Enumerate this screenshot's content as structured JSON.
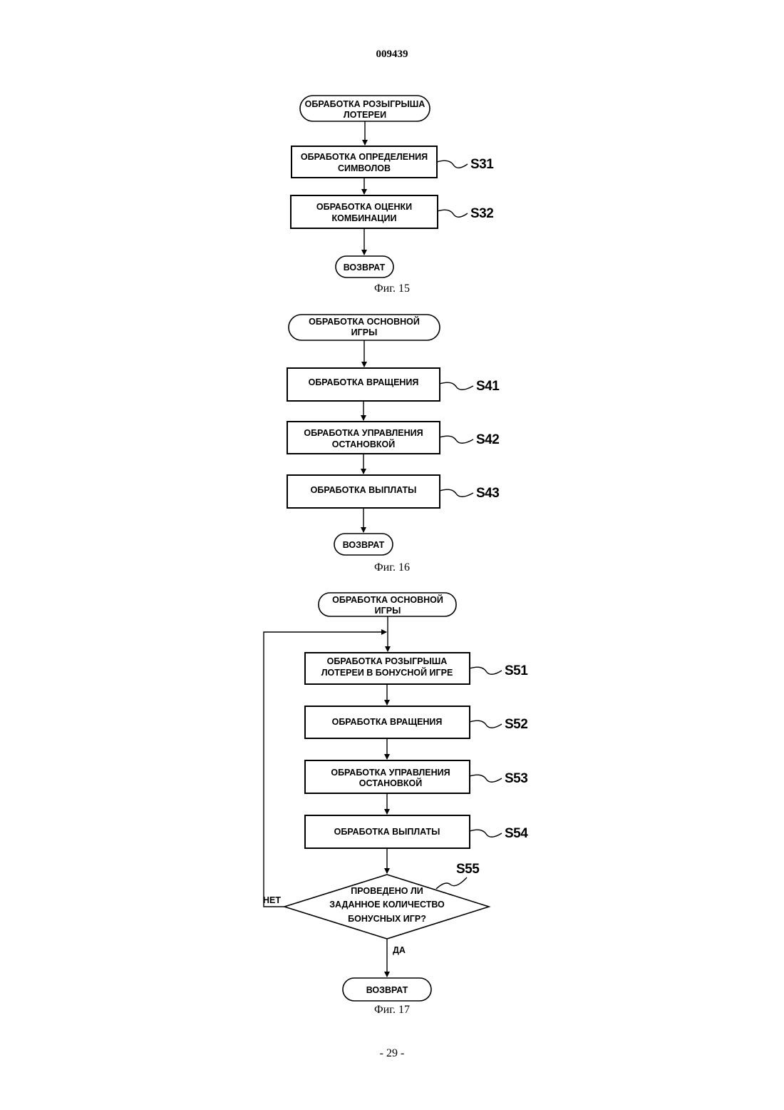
{
  "header": {
    "doc_number": "009439"
  },
  "footer": {
    "page_number": "- 29 -"
  },
  "fig15": {
    "caption": "Фиг. 15",
    "start": [
      "ОБРАБОТКА РОЗЫГРЫША",
      "ЛОТЕРЕИ"
    ],
    "steps": [
      {
        "lines": [
          "ОБРАБОТКА ОПРЕДЕЛЕНИЯ",
          "СИМВОЛОВ"
        ],
        "label": "S31"
      },
      {
        "lines": [
          "ОБРАБОТКА ОЦЕНКИ",
          "КОМБИНАЦИИ"
        ],
        "label": "S32"
      }
    ],
    "end": "ВОЗВРАТ"
  },
  "fig16": {
    "caption": "Фиг. 16",
    "start": [
      "ОБРАБОТКА ОСНОВНОЙ",
      "ИГРЫ"
    ],
    "steps": [
      {
        "lines": [
          "ОБРАБОТКА ВРАЩЕНИЯ"
        ],
        "label": "S41"
      },
      {
        "lines": [
          "ОБРАБОТКА УПРАВЛЕНИЯ",
          "ОСТАНОВКОЙ"
        ],
        "label": "S42"
      },
      {
        "lines": [
          "ОБРАБОТКА ВЫПЛАТЫ"
        ],
        "label": "S43"
      }
    ],
    "end": "ВОЗВРАТ"
  },
  "fig17": {
    "caption": "Фиг. 17",
    "start": [
      "ОБРАБОТКА ОСНОВНОЙ",
      "ИГРЫ"
    ],
    "steps": [
      {
        "lines": [
          "ОБРАБОТКА РОЗЫГРЫША",
          "ЛОТЕРЕИ В БОНУСНОЙ ИГРЕ"
        ],
        "label": "S51"
      },
      {
        "lines": [
          "ОБРАБОТКА ВРАЩЕНИЯ"
        ],
        "label": "S52"
      },
      {
        "lines": [
          "ОБРАБОТКА УПРАВЛЕНИЯ",
          "ОСТАНОВКОЙ"
        ],
        "label": "S53"
      },
      {
        "lines": [
          "ОБРАБОТКА ВЫПЛАТЫ"
        ],
        "label": "S54"
      }
    ],
    "decision": {
      "lines": [
        "ПРОВЕДЕНО ЛИ",
        "ЗАДАННОЕ КОЛИЧЕСТВО",
        "БОНУСНЫХ ИГР?"
      ],
      "label": "S55",
      "no_label": "НЕТ",
      "yes_label": "ДА"
    },
    "end": "ВОЗВРАТ"
  }
}
